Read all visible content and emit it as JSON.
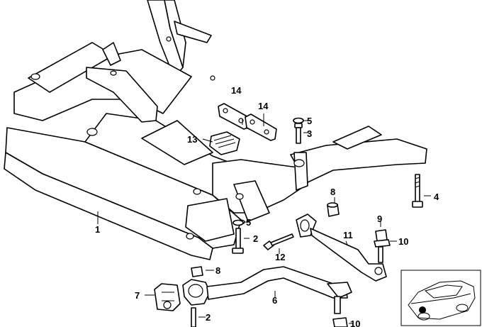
{
  "diagram": {
    "callouts": {
      "c1": "1",
      "c2a": "2",
      "c2b": "2",
      "c3": "3",
      "c4": "4",
      "c5a": "5",
      "c5b": "5",
      "c6": "6",
      "c7": "7",
      "c8a": "8",
      "c8b": "8",
      "c9": "9",
      "c10a": "10",
      "c10b": "10",
      "c11": "11",
      "c12": "12",
      "c13": "13",
      "c14a": "14",
      "c14b": "14"
    },
    "colors": {
      "line": "#000000",
      "background": "#ffffff",
      "marker": "#000000"
    },
    "thumbnail": {
      "icon": "car-location-icon"
    }
  }
}
